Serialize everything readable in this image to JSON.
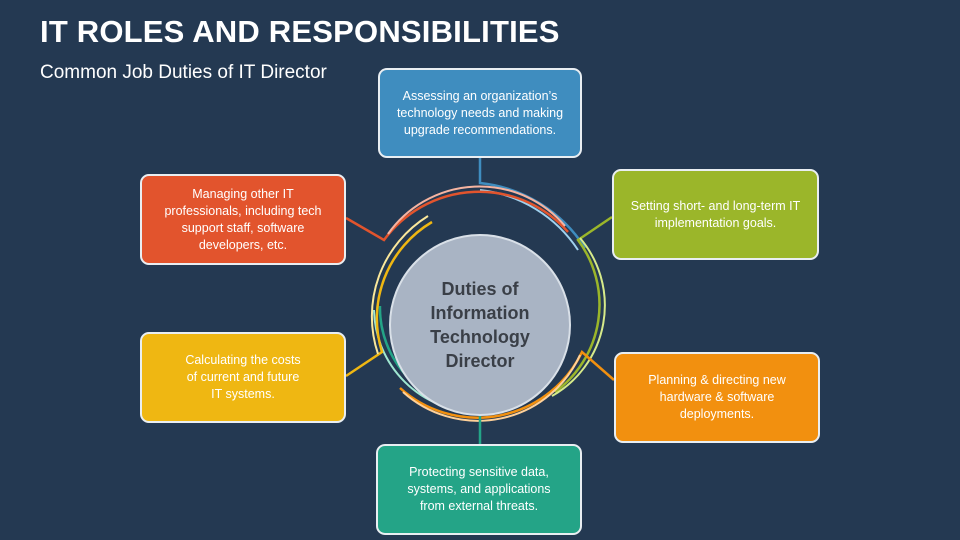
{
  "header": {
    "title": "IT ROLES AND RESPONSIBILITIES",
    "subtitle": "Common Job Duties of IT Director"
  },
  "center": {
    "label": "Duties of\nInformation\nTechnology\nDirector",
    "color": "#a9b4c4"
  },
  "duties": [
    {
      "text": "Assessing an organization’s\ntechnology needs and making\nupgrade recommendations.",
      "color": "#3f8dbf"
    },
    {
      "text": "Setting short- and long-term IT\nimplementation goals.",
      "color": "#9bb62a"
    },
    {
      "text": "Planning & directing new\nhardware & software\ndeployments.",
      "color": "#f2900f"
    },
    {
      "text": "Protecting sensitive data,\nsystems, and applications\nfrom external threats.",
      "color": "#24a487"
    },
    {
      "text": "Calculating the costs\nof current and future\nIT systems.",
      "color": "#efb712"
    },
    {
      "text": "Managing other IT\nprofessionals, including tech\nsupport staff, software\ndevelopers, etc.",
      "color": "#e2542d"
    }
  ]
}
